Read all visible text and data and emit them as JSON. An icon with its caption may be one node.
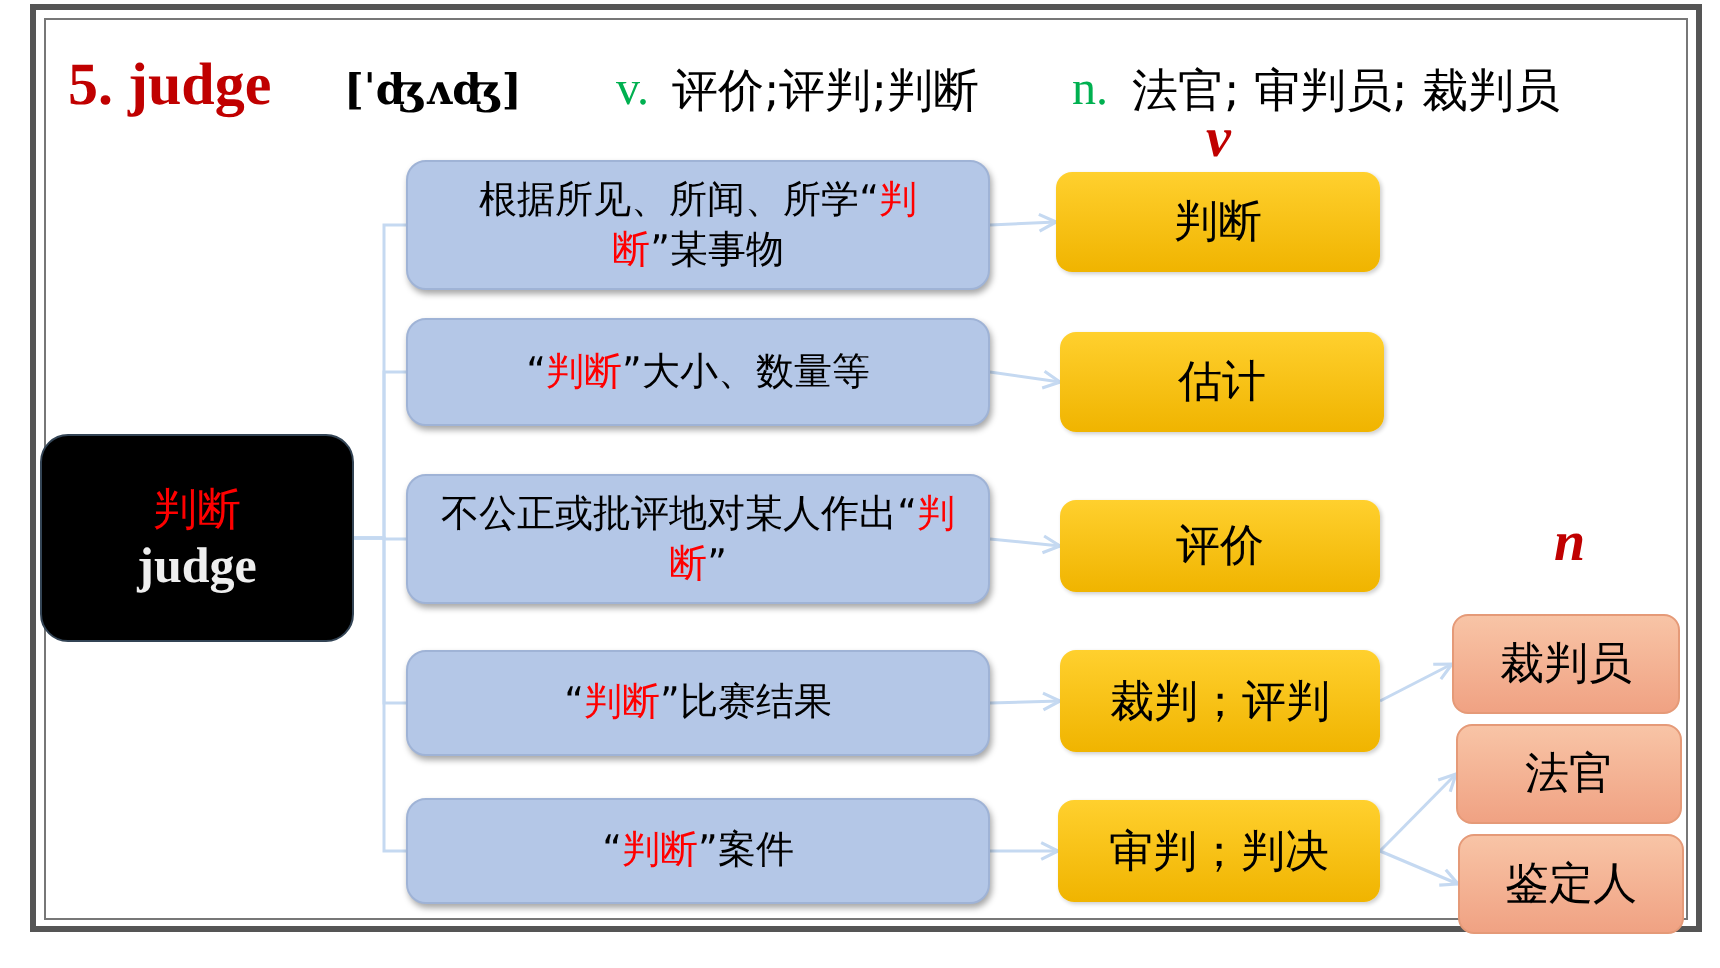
{
  "diagram": {
    "title": "5. judge",
    "nodes": [
      {
        "text": [
          "判断",
          "judge"
        ]
      },
      {
        "text": [
          "根据所见、所闻、所学“**判断**”某事物"
        ]
      },
      {
        "text": [
          "“**判断**”大小、数量等"
        ]
      },
      {
        "text": [
          "不公正或批评地对某人作出“**判断**”"
        ]
      },
      {
        "text": [
          "“**判断**”比赛结果"
        ]
      },
      {
        "text": [
          "“**判断**”案件"
        ]
      },
      {
        "text": [
          "判断"
        ]
      },
      {
        "text": [
          "估计"
        ]
      },
      {
        "text": [
          "评价"
        ]
      },
      {
        "text": [
          "裁判；评判"
        ]
      },
      {
        "text": [
          "审判；判决"
        ]
      },
      {
        "text": [
          "裁判员"
        ]
      },
      {
        "text": [
          "法官"
        ]
      },
      {
        "text": [
          "鉴定人"
        ]
      }
    ],
    "edges": [
      {
        "from": 0,
        "to": 1,
        "arrow": "none"
      },
      {
        "from": 0,
        "to": 2,
        "arrow": "none"
      },
      {
        "from": 0,
        "to": 3,
        "arrow": "none"
      },
      {
        "from": 0,
        "to": 4,
        "arrow": "none"
      },
      {
        "from": 0,
        "to": 5,
        "arrow": "none"
      },
      {
        "from": 1,
        "to": 6,
        "arrow": "to"
      },
      {
        "from": 2,
        "to": 7,
        "arrow": "to"
      },
      {
        "from": 3,
        "to": 8,
        "arrow": "to"
      },
      {
        "from": 4,
        "to": 9,
        "arrow": "to"
      },
      {
        "from": 5,
        "to": 10,
        "arrow": "to"
      },
      {
        "from": 9,
        "to": 11,
        "arrow": "to"
      },
      {
        "from": 10,
        "to": 12,
        "arrow": "to"
      },
      {
        "from": 10,
        "to": 13,
        "arrow": "to"
      }
    ],
    "labels": [
      "[ˈʤʌʤ]",
      "v.",
      "评价;评判;判断",
      "n.",
      "法官; 审判员; 裁判员",
      "v",
      "n"
    ]
  }
}
